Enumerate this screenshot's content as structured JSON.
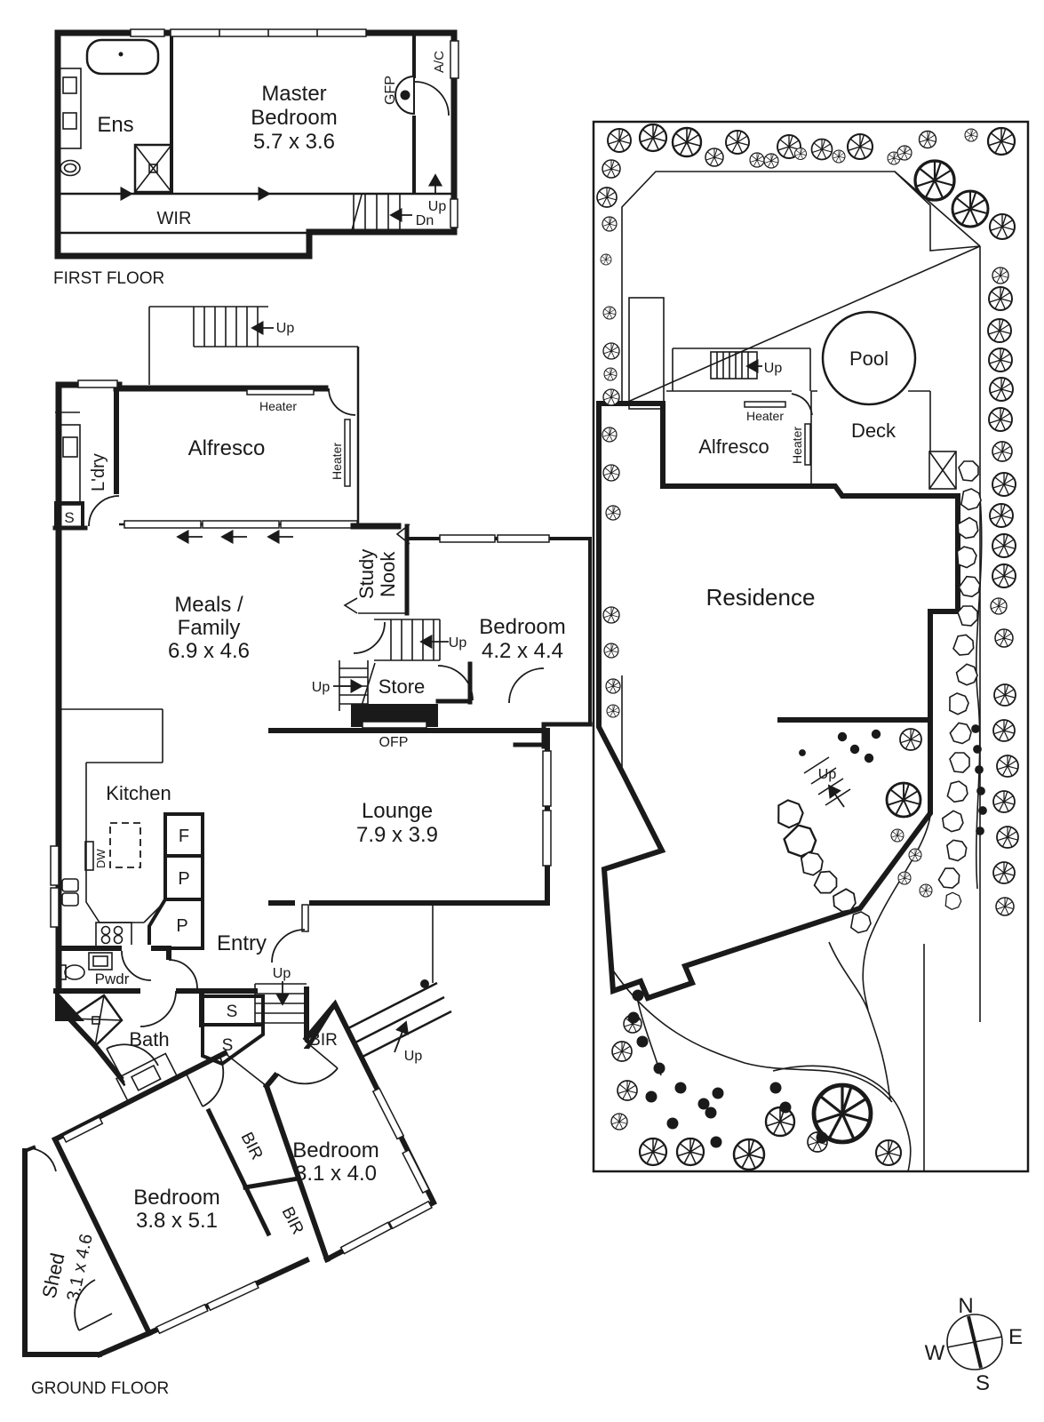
{
  "first_floor": {
    "title": "FIRST FLOOR",
    "ens": "Ens",
    "master_line1": "Master",
    "master_line2": "Bedroom",
    "master_dims": "5.7 x 3.6",
    "gfp": "GFP",
    "ac": "A/C",
    "wir": "WIR",
    "up": "Up",
    "dn": "Dn"
  },
  "ground_floor": {
    "title": "GROUND FLOOR",
    "stairs_top_up": "Up",
    "heater_top": "Heater",
    "heater_side": "Heater",
    "alfresco": "Alfresco",
    "ldry": "L'dry",
    "ldry_s": "S",
    "meals_line1": "Meals /",
    "meals_line2": "Family",
    "meals_dims": "6.9 x 4.6",
    "study_line1": "Study",
    "study_line2": "Nook",
    "bed1_name": "Bedroom",
    "bed1_dims": "4.2 x 4.4",
    "stairs_mid_up": "Up",
    "stairs_low_up": "Up",
    "store": "Store",
    "ofp": "OFP",
    "kitchen": "Kitchen",
    "dw": "DW",
    "fridge": "F",
    "pantry1": "P",
    "pantry2": "P",
    "lounge_name": "Lounge",
    "lounge_dims": "7.9 x 3.9",
    "entry": "Entry",
    "entry_up": "Up",
    "pwdr": "Pwdr",
    "s1": "S",
    "s2": "S",
    "bath": "Bath",
    "bir_hall": "BIR",
    "ramp_up": "Up",
    "bir1": "BIR",
    "bir2": "BIR",
    "bed2_name": "Bedroom",
    "bed2_dims": "3.1 x 4.0",
    "bed3_name": "Bedroom",
    "bed3_dims": "3.8 x 5.1",
    "shed_name": "Shed",
    "shed_dims": "3.1 x 4.6"
  },
  "site_plan": {
    "residence": "Residence",
    "alfresco": "Alfresco",
    "heater_top": "Heater",
    "heater_side": "Heater",
    "pool": "Pool",
    "deck": "Deck",
    "stairs_up": "Up",
    "garden_up": "Up",
    "compass": {
      "n": "N",
      "e": "E",
      "s": "S",
      "w": "W"
    }
  },
  "colors": {
    "ink": "#1a1a1a",
    "paper": "#ffffff"
  }
}
